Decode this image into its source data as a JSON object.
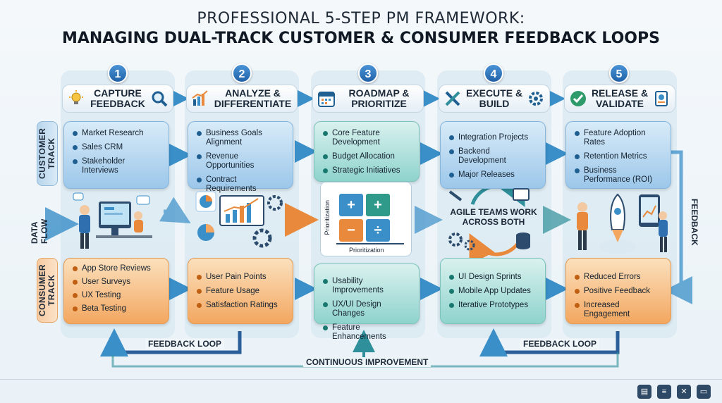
{
  "title": {
    "line1": "PROFESSIONAL 5-STEP PM FRAMEWORK:",
    "line2": "MANAGING DUAL-TRACK CUSTOMER & CONSUMER FEEDBACK LOOPS"
  },
  "tracks": {
    "customer": "CUSTOMER TRACK",
    "consumer": "CONSUMER TRACK",
    "data_flow": "DATA FLOW",
    "feedback": "FEEDBACK"
  },
  "steps": [
    {
      "number": "1",
      "title": "CAPTURE FEEDBACK",
      "icon": "lightbulb-magnifier-icon",
      "customer_items": [
        "Market Research",
        "Sales CRM",
        "Stakeholder Interviews"
      ],
      "consumer_items": [
        "App Store Reviews",
        "User Surveys",
        "UX Testing",
        "Beta Testing"
      ]
    },
    {
      "number": "2",
      "title": "ANALYZE & DIFFERENTIATE",
      "icon": "analytics-chart-icon",
      "customer_items": [
        "Business Goals Alignment",
        "Revenue Opportunities",
        "Contract Requirements"
      ],
      "consumer_items": [
        "User Pain Points",
        "Feature Usage",
        "Satisfaction Ratings"
      ]
    },
    {
      "number": "3",
      "title": "ROADMAP & PRIORITIZE",
      "icon": "calendar-icon",
      "customer_items": [
        "Core Feature Development",
        "Budget Allocation",
        "Strategic Initiatives"
      ],
      "consumer_items": [
        "Usability Improvements",
        "UX/UI Design Changes",
        "Feature Enhancements"
      ],
      "matrix": {
        "y_label": "Prioritization",
        "x_label": "Prioritization",
        "cells": [
          "+",
          "+",
          "−",
          "÷"
        ]
      }
    },
    {
      "number": "4",
      "title": "EXECUTE & BUILD",
      "icon": "tools-gear-icon",
      "customer_items": [
        "Integration Projects",
        "Backend Development",
        "Major Releases"
      ],
      "consumer_items": [
        "UI Design Sprints",
        "Mobile App Updates",
        "Iterative Prototypes"
      ],
      "center_text": "AGILE TEAMS WORK ACROSS BOTH"
    },
    {
      "number": "5",
      "title": "RELEASE & VALIDATE",
      "icon": "checkmark-report-icon",
      "customer_items": [
        "Feature Adoption Rates",
        "Retention Metrics",
        "Business Performance (ROI)"
      ],
      "consumer_items": [
        "Reduced Errors",
        "Positive Feedback",
        "Increased Engagement"
      ]
    }
  ],
  "loops": {
    "left": "FEEDBACK LOOP",
    "right": "FEEDBACK LOOP",
    "bottom": "CONTINUOUS IMPROVEMENT"
  },
  "colors": {
    "customer": "#9cc7ea",
    "consumer": "#f3a760",
    "shared": "#8fd3cd",
    "arrow": "#3a8fc9"
  }
}
